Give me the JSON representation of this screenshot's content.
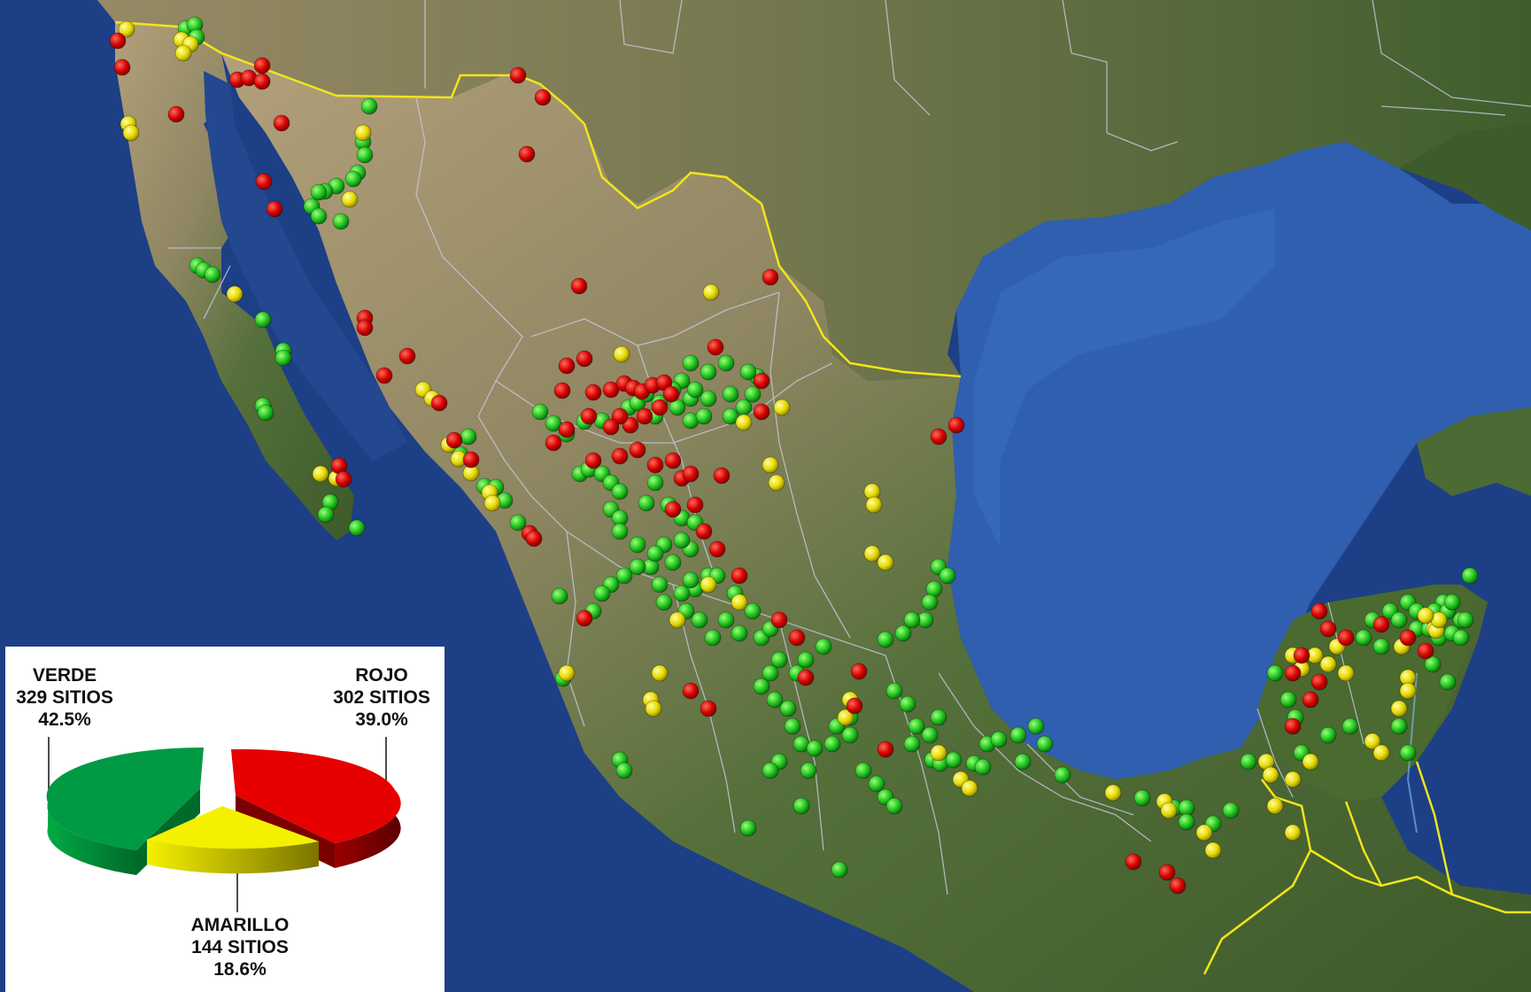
{
  "map": {
    "colors": {
      "ocean": "#1d3f86",
      "ocean_deep": "#18367a",
      "gulf": "#2f5fae",
      "land_desert": "#a89a78",
      "land_green": "#4c6a34",
      "land_dark": "#3e5b2c",
      "border_international": "#f2e51a",
      "border_state": "#c8c8e0"
    },
    "markers": {
      "red": [
        [
          133,
          46
        ],
        [
          138,
          76
        ],
        [
          199,
          129
        ],
        [
          268,
          90
        ],
        [
          281,
          88
        ],
        [
          296,
          74
        ],
        [
          296,
          92
        ],
        [
          318,
          139
        ],
        [
          298,
          205
        ],
        [
          310,
          236
        ],
        [
          595,
          174
        ],
        [
          585,
          85
        ],
        [
          613,
          110
        ],
        [
          654,
          323
        ],
        [
          870,
          313
        ],
        [
          412,
          359
        ],
        [
          412,
          370
        ],
        [
          460,
          402
        ],
        [
          434,
          424
        ],
        [
          496,
          455
        ],
        [
          532,
          519
        ],
        [
          513,
          497
        ],
        [
          383,
          526
        ],
        [
          388,
          541
        ],
        [
          598,
          602
        ],
        [
          603,
          608
        ],
        [
          660,
          698
        ],
        [
          780,
          780
        ],
        [
          800,
          800
        ],
        [
          640,
          413
        ],
        [
          660,
          405
        ],
        [
          635,
          441
        ],
        [
          670,
          443
        ],
        [
          690,
          440
        ],
        [
          705,
          433
        ],
        [
          715,
          438
        ],
        [
          725,
          442
        ],
        [
          737,
          435
        ],
        [
          750,
          432
        ],
        [
          758,
          445
        ],
        [
          745,
          460
        ],
        [
          728,
          470
        ],
        [
          712,
          480
        ],
        [
          700,
          470
        ],
        [
          690,
          482
        ],
        [
          665,
          470
        ],
        [
          640,
          485
        ],
        [
          625,
          500
        ],
        [
          670,
          520
        ],
        [
          700,
          515
        ],
        [
          720,
          508
        ],
        [
          740,
          525
        ],
        [
          760,
          520
        ],
        [
          770,
          540
        ],
        [
          780,
          535
        ],
        [
          815,
          537
        ],
        [
          808,
          392
        ],
        [
          860,
          430
        ],
        [
          860,
          465
        ],
        [
          760,
          575
        ],
        [
          785,
          570
        ],
        [
          795,
          600
        ],
        [
          810,
          620
        ],
        [
          835,
          650
        ],
        [
          880,
          700
        ],
        [
          900,
          720
        ],
        [
          910,
          765
        ],
        [
          970,
          758
        ],
        [
          965,
          797
        ],
        [
          1000,
          846
        ],
        [
          1060,
          493
        ],
        [
          1080,
          480
        ],
        [
          1280,
          973
        ],
        [
          1318,
          985
        ],
        [
          1330,
          1000
        ],
        [
          1460,
          820
        ],
        [
          1470,
          740
        ],
        [
          1490,
          690
        ],
        [
          1500,
          710
        ],
        [
          1520,
          720
        ],
        [
          1560,
          705
        ],
        [
          1590,
          720
        ],
        [
          1610,
          735
        ],
        [
          1460,
          760
        ],
        [
          1480,
          790
        ],
        [
          1490,
          770
        ]
      ],
      "yellow": [
        [
          143,
          33
        ],
        [
          205,
          45
        ],
        [
          215,
          50
        ],
        [
          207,
          60
        ],
        [
          145,
          140
        ],
        [
          148,
          150
        ],
        [
          265,
          332
        ],
        [
          410,
          150
        ],
        [
          395,
          225
        ],
        [
          362,
          535
        ],
        [
          380,
          540
        ],
        [
          478,
          440
        ],
        [
          488,
          450
        ],
        [
          507,
          502
        ],
        [
          518,
          518
        ],
        [
          532,
          534
        ],
        [
          553,
          556
        ],
        [
          556,
          568
        ],
        [
          702,
          400
        ],
        [
          803,
          330
        ],
        [
          883,
          460
        ],
        [
          840,
          477
        ],
        [
          870,
          525
        ],
        [
          877,
          545
        ],
        [
          985,
          555
        ],
        [
          987,
          570
        ],
        [
          985,
          625
        ],
        [
          1000,
          635
        ],
        [
          960,
          790
        ],
        [
          955,
          810
        ],
        [
          835,
          680
        ],
        [
          800,
          660
        ],
        [
          765,
          700
        ],
        [
          745,
          760
        ],
        [
          735,
          790
        ],
        [
          640,
          760
        ],
        [
          738,
          800
        ],
        [
          1060,
          850
        ],
        [
          1085,
          880
        ],
        [
          1095,
          890
        ],
        [
          1257,
          895
        ],
        [
          1315,
          905
        ],
        [
          1320,
          915
        ],
        [
          1430,
          860
        ],
        [
          1435,
          875
        ],
        [
          1460,
          880
        ],
        [
          1480,
          860
        ],
        [
          1460,
          740
        ],
        [
          1470,
          755
        ],
        [
          1485,
          740
        ],
        [
          1500,
          750
        ],
        [
          1510,
          730
        ],
        [
          1520,
          760
        ],
        [
          1590,
          765
        ],
        [
          1620,
          710
        ],
        [
          1580,
          800
        ],
        [
          1440,
          910
        ],
        [
          1460,
          940
        ],
        [
          1360,
          940
        ],
        [
          1370,
          960
        ],
        [
          1550,
          837
        ],
        [
          1560,
          850
        ],
        [
          1590,
          780
        ],
        [
          1622,
          712
        ],
        [
          1625,
          700
        ],
        [
          1610,
          695
        ],
        [
          1583,
          730
        ]
      ],
      "green": [
        [
          210,
          32
        ],
        [
          220,
          28
        ],
        [
          222,
          42
        ],
        [
          223,
          300
        ],
        [
          230,
          305
        ],
        [
          240,
          310
        ],
        [
          417,
          120
        ],
        [
          410,
          160
        ],
        [
          412,
          175
        ],
        [
          404,
          195
        ],
        [
          399,
          202
        ],
        [
          380,
          210
        ],
        [
          367,
          216
        ],
        [
          352,
          233
        ],
        [
          360,
          244
        ],
        [
          385,
          250
        ],
        [
          360,
          217
        ],
        [
          297,
          361
        ],
        [
          320,
          396
        ],
        [
          320,
          404
        ],
        [
          297,
          458
        ],
        [
          300,
          466
        ],
        [
          373,
          567
        ],
        [
          368,
          581
        ],
        [
          403,
          596
        ],
        [
          529,
          493
        ],
        [
          520,
          513
        ],
        [
          547,
          549
        ],
        [
          560,
          550
        ],
        [
          570,
          565
        ],
        [
          585,
          590
        ],
        [
          632,
          673
        ],
        [
          636,
          766
        ],
        [
          700,
          858
        ],
        [
          705,
          870
        ],
        [
          845,
          935
        ],
        [
          948,
          982
        ],
        [
          905,
          910
        ],
        [
          913,
          870
        ],
        [
          1030,
          840
        ],
        [
          1053,
          858
        ],
        [
          1062,
          862
        ],
        [
          1077,
          858
        ],
        [
          1100,
          862
        ],
        [
          1110,
          866
        ],
        [
          1115,
          840
        ],
        [
          1128,
          835
        ],
        [
          1150,
          830
        ],
        [
          1170,
          820
        ],
        [
          1180,
          840
        ],
        [
          1155,
          860
        ],
        [
          1200,
          875
        ],
        [
          1290,
          901
        ],
        [
          1326,
          912
        ],
        [
          1340,
          912
        ],
        [
          1340,
          928
        ],
        [
          1370,
          930
        ],
        [
          1390,
          915
        ],
        [
          1410,
          860
        ],
        [
          1470,
          850
        ],
        [
          1540,
          720
        ],
        [
          1550,
          700
        ],
        [
          1570,
          690
        ],
        [
          1600,
          710
        ],
        [
          1625,
          720
        ],
        [
          1640,
          715
        ],
        [
          1650,
          700
        ],
        [
          1630,
          680
        ],
        [
          1440,
          760
        ],
        [
          1455,
          790
        ],
        [
          1463,
          810
        ],
        [
          1500,
          830
        ],
        [
          1525,
          820
        ],
        [
          1560,
          730
        ],
        [
          1580,
          700
        ],
        [
          1590,
          680
        ],
        [
          1600,
          690
        ],
        [
          1620,
          690
        ],
        [
          1635,
          690
        ],
        [
          1640,
          680
        ],
        [
          1614,
          710
        ],
        [
          1618,
          750
        ],
        [
          1635,
          770
        ],
        [
          1660,
          650
        ],
        [
          1655,
          700
        ],
        [
          1650,
          720
        ],
        [
          1590,
          850
        ],
        [
          1580,
          820
        ],
        [
          1060,
          640
        ],
        [
          1070,
          650
        ],
        [
          1055,
          665
        ],
        [
          1050,
          680
        ],
        [
          1045,
          700
        ],
        [
          1030,
          700
        ],
        [
          1020,
          715
        ],
        [
          1000,
          722
        ],
        [
          1010,
          780
        ],
        [
          1025,
          795
        ],
        [
          1035,
          820
        ],
        [
          1050,
          830
        ],
        [
          1060,
          810
        ],
        [
          900,
          760
        ],
        [
          870,
          760
        ],
        [
          860,
          775
        ],
        [
          875,
          790
        ],
        [
          890,
          800
        ],
        [
          895,
          820
        ],
        [
          905,
          840
        ],
        [
          920,
          845
        ],
        [
          940,
          840
        ],
        [
          945,
          820
        ],
        [
          960,
          810
        ],
        [
          960,
          830
        ],
        [
          975,
          870
        ],
        [
          990,
          885
        ],
        [
          1000,
          900
        ],
        [
          1010,
          910
        ],
        [
          760,
          635
        ],
        [
          780,
          620
        ],
        [
          800,
          650
        ],
        [
          785,
          665
        ],
        [
          775,
          690
        ],
        [
          790,
          700
        ],
        [
          805,
          720
        ],
        [
          820,
          700
        ],
        [
          835,
          715
        ],
        [
          860,
          720
        ],
        [
          880,
          745
        ],
        [
          910,
          745
        ],
        [
          930,
          730
        ],
        [
          690,
          575
        ],
        [
          700,
          585
        ],
        [
          700,
          600
        ],
        [
          720,
          615
        ],
        [
          735,
          640
        ],
        [
          745,
          660
        ],
        [
          750,
          680
        ],
        [
          770,
          670
        ],
        [
          780,
          655
        ],
        [
          810,
          650
        ],
        [
          830,
          670
        ],
        [
          850,
          690
        ],
        [
          870,
          710
        ],
        [
          610,
          465
        ],
        [
          625,
          478
        ],
        [
          640,
          490
        ],
        [
          660,
          476
        ],
        [
          680,
          475
        ],
        [
          710,
          460
        ],
        [
          720,
          455
        ],
        [
          740,
          470
        ],
        [
          765,
          460
        ],
        [
          780,
          475
        ],
        [
          795,
          470
        ],
        [
          825,
          470
        ],
        [
          840,
          460
        ],
        [
          850,
          445
        ],
        [
          855,
          425
        ],
        [
          845,
          420
        ],
        [
          825,
          445
        ],
        [
          800,
          450
        ],
        [
          780,
          450
        ],
        [
          770,
          430
        ],
        [
          785,
          440
        ],
        [
          730,
          445
        ],
        [
          745,
          455
        ],
        [
          760,
          440
        ],
        [
          820,
          410
        ],
        [
          780,
          410
        ],
        [
          800,
          420
        ],
        [
          655,
          535
        ],
        [
          665,
          530
        ],
        [
          680,
          535
        ],
        [
          690,
          545
        ],
        [
          700,
          555
        ],
        [
          730,
          568
        ],
        [
          740,
          545
        ],
        [
          755,
          570
        ],
        [
          770,
          585
        ],
        [
          785,
          590
        ],
        [
          770,
          610
        ],
        [
          750,
          615
        ],
        [
          740,
          625
        ],
        [
          720,
          640
        ],
        [
          705,
          650
        ],
        [
          690,
          660
        ],
        [
          680,
          670
        ],
        [
          670,
          690
        ],
        [
          880,
          860
        ],
        [
          870,
          870
        ]
      ]
    }
  },
  "legend": {
    "verde": {
      "name": "VERDE",
      "count_text": "329 SITIOS",
      "pct_text": "42.5%",
      "value": 329,
      "percent": 42.5,
      "color": "#009944",
      "color_side": "#007733"
    },
    "rojo": {
      "name": "ROJO",
      "count_text": "302 SITIOS",
      "pct_text": "39.0%",
      "value": 302,
      "percent": 39.0,
      "color": "#e60000",
      "color_side": "#7a0000"
    },
    "amarillo": {
      "name": "AMARILLO",
      "count_text": "144 SITIOS",
      "pct_text": "18.6%",
      "value": 144,
      "percent": 18.6,
      "color": "#f5f000",
      "color_side": "#8a8400"
    }
  }
}
